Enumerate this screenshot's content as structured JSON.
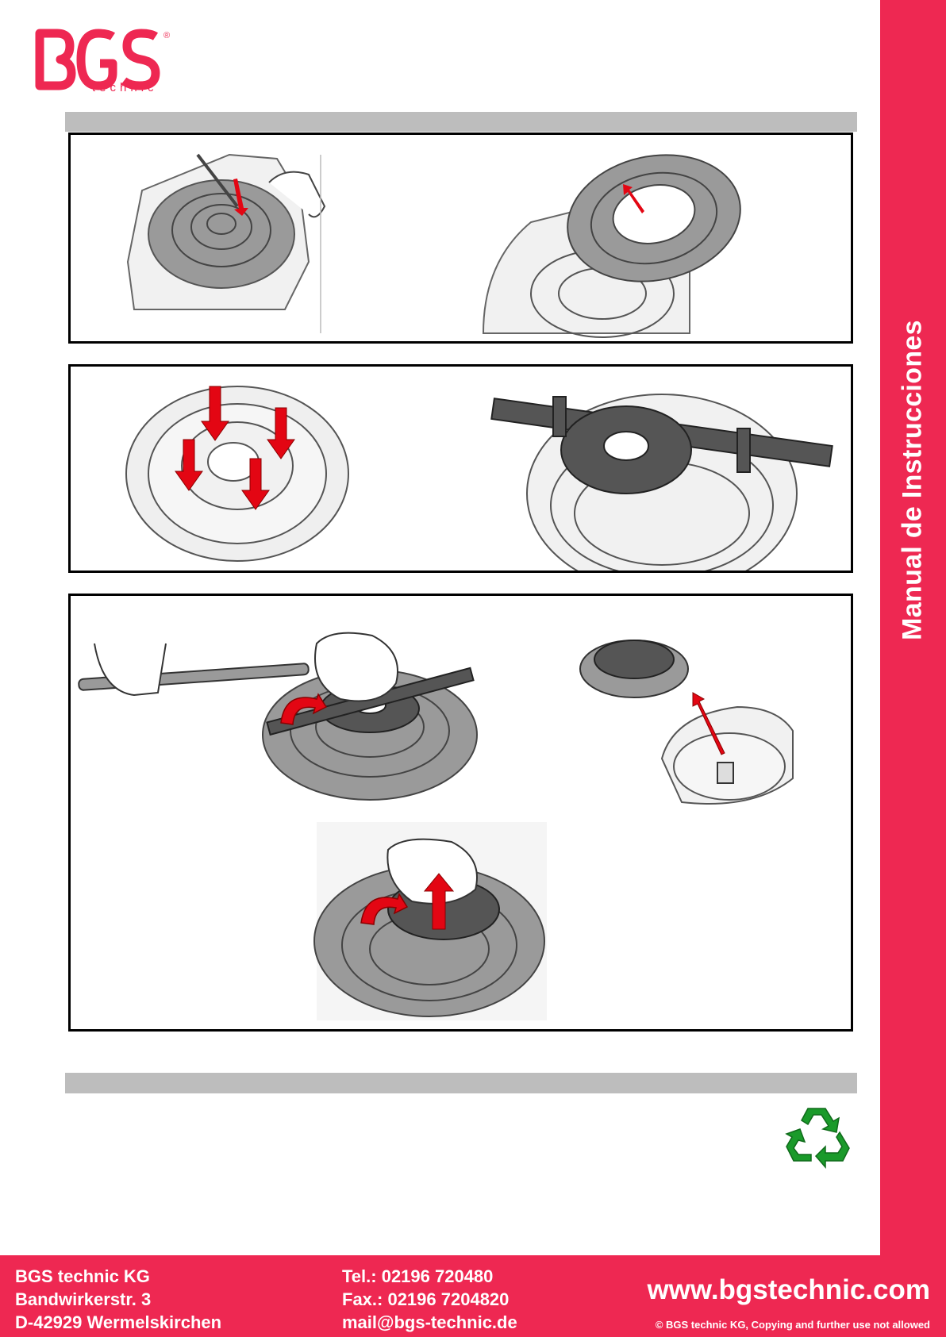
{
  "logo": {
    "mark": "BGS",
    "sub": "technic",
    "reg": "®"
  },
  "sidebar": {
    "title": "Manual de Instrucciones"
  },
  "footer": {
    "company": "BGS technic KG",
    "street": "Bandwirkerstr. 3",
    "city": "D-42929 Wermelskirchen",
    "tel": "Tel.: 02196 720480",
    "fax": "Fax.: 02196 7204820",
    "mail": "mail@bgs-technic.de",
    "website": "www.bgstechnic.com",
    "copyright": "© BGS technic KG, Copying and further use not allowed"
  },
  "colors": {
    "brand": "#ee2852",
    "section_bar": "#bdbdbd",
    "arrow": "#e30613",
    "recycle": "#1a9a2a",
    "part_dark": "#555555",
    "part_mid": "#9a9a9a"
  },
  "icons": [
    "recycle-icon",
    "bgs-logo"
  ]
}
